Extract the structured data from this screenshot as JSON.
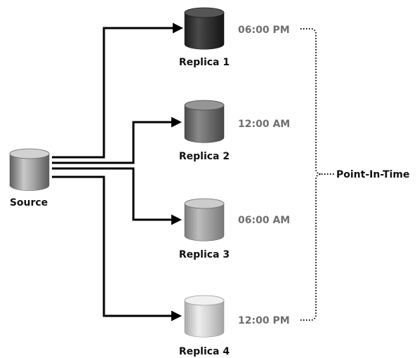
{
  "source": {
    "label": "Source"
  },
  "replicas": [
    {
      "label": "Replica 1",
      "time": "06:00 PM"
    },
    {
      "label": "Replica 2",
      "time": "12:00 AM"
    },
    {
      "label": "Replica 3",
      "time": "06:00 AM"
    },
    {
      "label": "Replica 4",
      "time": "12:00 PM"
    }
  ],
  "point_in_time": "Point-In-Time",
  "colors": {
    "replica_1": "#3a3a3a",
    "replica_2": "#6e6e6e",
    "replica_3": "#a8a8a8",
    "replica_4": "#d9d9d9",
    "source": "#9a9a9a"
  }
}
